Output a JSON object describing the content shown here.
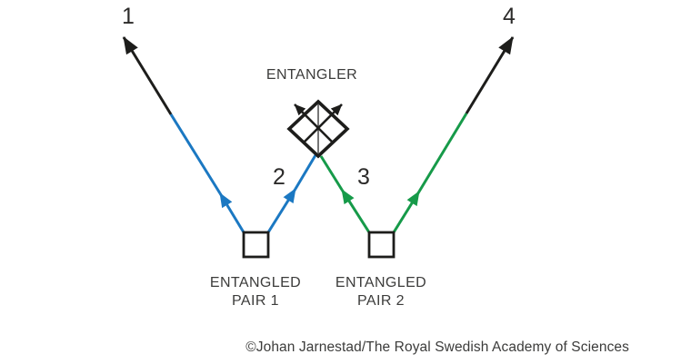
{
  "diagram": {
    "entangler_label": "ENTANGLER",
    "photon_labels": {
      "p1": "1",
      "p2": "2",
      "p3": "3",
      "p4": "4"
    },
    "sources": [
      {
        "line1": "ENTANGLED",
        "line2": "PAIR 1"
      },
      {
        "line1": "ENTANGLED",
        "line2": "PAIR 2"
      }
    ],
    "credit": "©Johan Jarnestad/The Royal Swedish Academy of Sciences",
    "colors": {
      "pair1_photon": "#1b78c2",
      "pair2_photon": "#169a49",
      "ink": "#1d1d1b",
      "text": "#3c3c3b"
    }
  }
}
